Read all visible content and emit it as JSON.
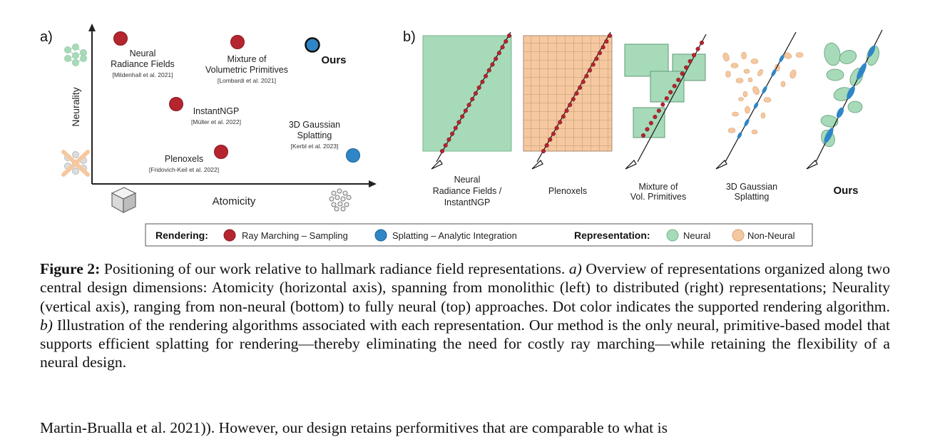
{
  "panel_a": {
    "label": "a)",
    "x_axis_label": "Atomicity",
    "y_axis_label": "Neurality",
    "methods": [
      {
        "name_lines": [
          "Neural",
          "Radiance Fields"
        ],
        "citation": "[Mildenhall et al. 2021]",
        "rendering": "Ray Marching – Sampling"
      },
      {
        "name_lines": [
          "Mixture of",
          "Volumetric Primitives"
        ],
        "citation": "[Lombardi et al. 2021]",
        "rendering": "Ray Marching – Sampling"
      },
      {
        "name_lines": [
          "Ours"
        ],
        "citation": "",
        "rendering": "Splatting – Analytic Integration"
      },
      {
        "name_lines": [
          "InstantNGP"
        ],
        "citation": "[Müller et al. 2022]",
        "rendering": "Ray Marching – Sampling"
      },
      {
        "name_lines": [
          "3D Gaussian",
          "Splatting"
        ],
        "citation": "[Kerbl et al. 2023]",
        "rendering": "Splatting – Analytic Integration"
      },
      {
        "name_lines": [
          "Plenoxels"
        ],
        "citation": "[Fridovich-Keil et al. 2022]",
        "rendering": "Ray Marching – Sampling"
      }
    ]
  },
  "panel_b": {
    "label": "b)",
    "captions": [
      [
        "Neural",
        "Radiance Fields /",
        "InstantNGP"
      ],
      [
        "Plenoxels"
      ],
      [
        "Mixture of",
        "Vol. Primitives"
      ],
      [
        "3D Gaussian",
        "Splatting"
      ],
      [
        "Ours"
      ]
    ]
  },
  "legend": {
    "rendering_title": "Rendering:",
    "ray_marching": "Ray Marching – Sampling",
    "splatting": "Splatting – Analytic Integration",
    "representation_title": "Representation:",
    "neural": "Neural",
    "non_neural": "Non-Neural"
  },
  "colors": {
    "ray_marching": "#b5252f",
    "splatting": "#2f86c6",
    "neural": "#a7dab9",
    "non_neural": "#f6c89f"
  },
  "caption": {
    "figure_label": "Figure 2:",
    "text_1": " Positioning of our work relative to hallmark radiance field representations. ",
    "a_marker": "a)",
    "text_2": " Overview of representations organized along two central design dimensions: Atomicity (horizontal axis), spanning from monolithic (left) to distributed (right) representations; Neurality (vertical axis), ranging from non-neural (bottom) to fully neural (top) approaches. Dot color indicates the supported rendering algorithm. ",
    "b_marker": "b)",
    "text_3": " Illustration of the rendering algorithms associated with each representation. Our method is the only neural, primitive-based model that supports efficient splatting for rendering—thereby eliminating the need for costly ray marching—while retaining the flexibility of a neural design."
  },
  "body_text": "Martin-Brualla et al. 2021)). However, our design retains performitives that are comparable to what is"
}
